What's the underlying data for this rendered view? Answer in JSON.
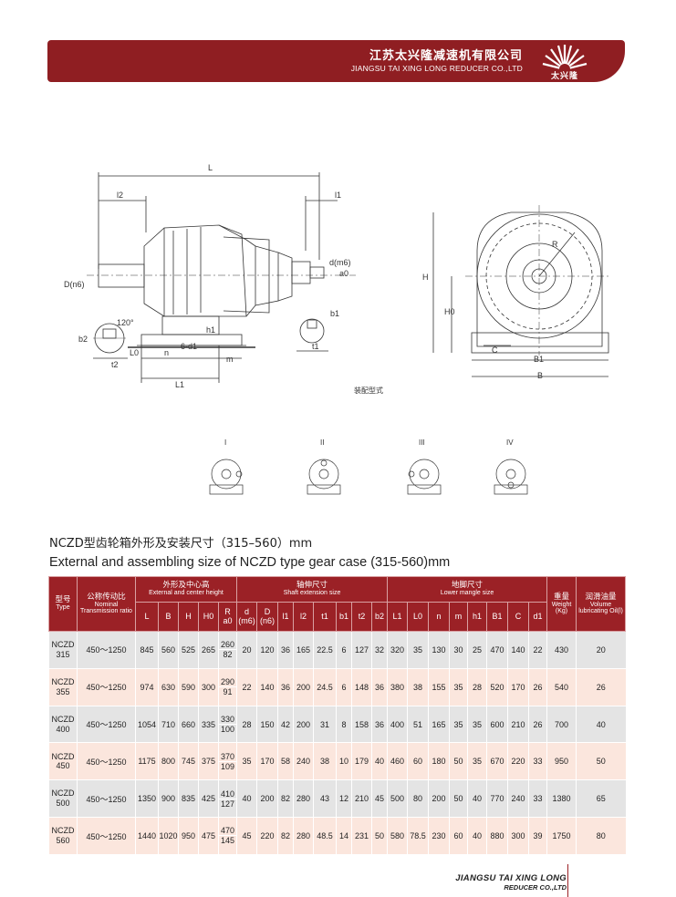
{
  "header": {
    "company_cn": "江苏太兴隆减速机有限公司",
    "company_en": "JIANGSU TAI XING LONG REDUCER CO.,LTD",
    "logo_text": "太兴隆"
  },
  "drawing": {
    "labels": {
      "L": "L",
      "l2": "l2",
      "l1": "l1",
      "d": "d(m6)",
      "a": "a0",
      "D": "D(n6)",
      "H": "H",
      "H0": "H0",
      "R": "R",
      "C": "C",
      "B1": "B1",
      "B": "B",
      "b1": "b1",
      "b2": "b2",
      "t1": "t1",
      "t2": "t2",
      "angle": "120°",
      "L0": "L0",
      "n": "n",
      "m": "m",
      "d1": "6-d1",
      "h1": "h1",
      "L1": "L1"
    },
    "assembly_caption": "装配型式",
    "assembly_types": [
      "I",
      "II",
      "III",
      "IV"
    ]
  },
  "titles": {
    "cn": "NCZD型齿轮箱外形及安装尺寸（315–560）mm",
    "en": "External and assembling size of NCZD type gear case (315-560)mm"
  },
  "table": {
    "groups": {
      "type": {
        "cn": "型号",
        "en": "Type"
      },
      "ratio": {
        "cn": "公称传动比",
        "en": "Nominal Transmission ratio"
      },
      "external": {
        "cn": "外形及中心高",
        "en": "External and center height"
      },
      "shaft": {
        "cn": "轴伸尺寸",
        "en": "Shaft extension size"
      },
      "mangle": {
        "cn": "地脚尺寸",
        "en": "Lower mangle size"
      },
      "weight": {
        "cn": "重量",
        "en": "Weight (Kg)"
      },
      "oil": {
        "cn": "润滑油量",
        "en": "Volume lubricating Oil(l)"
      }
    },
    "sub_headers": {
      "external": [
        "L",
        "B",
        "H",
        "H0",
        "R",
        "a0"
      ],
      "shaft": [
        "d (m6)",
        "D (n6)",
        "l1",
        "l2",
        "t1",
        "b1",
        "t2",
        "b2"
      ],
      "mangle": [
        "L1",
        "L0",
        "n",
        "m",
        "h1",
        "B1",
        "C",
        "d1"
      ]
    },
    "rows": [
      {
        "type": "NCZD 315",
        "ratio": "450～1250",
        "L": "845",
        "B": "560",
        "H": "525",
        "H0": "265",
        "R": "260",
        "a0": "82",
        "d": "20",
        "D": "120",
        "l1": "36",
        "l2": "165",
        "t1": "22.5",
        "b1": "6",
        "t2": "127",
        "b2": "32",
        "L1": "320",
        "L0": "35",
        "n": "130",
        "m": "30",
        "h1": "25",
        "B1": "470",
        "C": "140",
        "d1": "22",
        "weight": "430",
        "oil": "20"
      },
      {
        "type": "NCZD 355",
        "ratio": "450～1250",
        "L": "974",
        "B": "630",
        "H": "590",
        "H0": "300",
        "R": "290",
        "a0": "91",
        "d": "22",
        "D": "140",
        "l1": "36",
        "l2": "200",
        "t1": "24.5",
        "b1": "6",
        "t2": "148",
        "b2": "36",
        "L1": "380",
        "L0": "38",
        "n": "155",
        "m": "35",
        "h1": "28",
        "B1": "520",
        "C": "170",
        "d1": "26",
        "weight": "540",
        "oil": "26"
      },
      {
        "type": "NCZD 400",
        "ratio": "450～1250",
        "L": "1054",
        "B": "710",
        "H": "660",
        "H0": "335",
        "R": "330",
        "a0": "100",
        "d": "28",
        "D": "150",
        "l1": "42",
        "l2": "200",
        "t1": "31",
        "b1": "8",
        "t2": "158",
        "b2": "36",
        "L1": "400",
        "L0": "51",
        "n": "165",
        "m": "35",
        "h1": "35",
        "B1": "600",
        "C": "210",
        "d1": "26",
        "weight": "700",
        "oil": "40"
      },
      {
        "type": "NCZD 450",
        "ratio": "450～1250",
        "L": "1175",
        "B": "800",
        "H": "745",
        "H0": "375",
        "R": "370",
        "a0": "109",
        "d": "35",
        "D": "170",
        "l1": "58",
        "l2": "240",
        "t1": "38",
        "b1": "10",
        "t2": "179",
        "b2": "40",
        "L1": "460",
        "L0": "60",
        "n": "180",
        "m": "50",
        "h1": "35",
        "B1": "670",
        "C": "220",
        "d1": "33",
        "weight": "950",
        "oil": "50"
      },
      {
        "type": "NCZD 500",
        "ratio": "450～1250",
        "L": "1350",
        "B": "900",
        "H": "835",
        "H0": "425",
        "R": "410",
        "a0": "127",
        "d": "40",
        "D": "200",
        "l1": "82",
        "l2": "280",
        "t1": "43",
        "b1": "12",
        "t2": "210",
        "b2": "45",
        "L1": "500",
        "L0": "80",
        "n": "200",
        "m": "50",
        "h1": "40",
        "B1": "770",
        "C": "240",
        "d1": "33",
        "weight": "1380",
        "oil": "65"
      },
      {
        "type": "NCZD 560",
        "ratio": "450～1250",
        "L": "1440",
        "B": "1020",
        "H": "950",
        "H0": "475",
        "R": "470",
        "a0": "145",
        "d": "45",
        "D": "220",
        "l1": "82",
        "l2": "280",
        "t1": "48.5",
        "b1": "14",
        "t2": "231",
        "b2": "50",
        "L1": "580",
        "L0": "78.5",
        "n": "230",
        "m": "60",
        "h1": "40",
        "B1": "880",
        "C": "300",
        "d1": "39",
        "weight": "1750",
        "oil": "80"
      }
    ]
  },
  "footer": {
    "line1": "JIANGSU TAI XING LONG",
    "line2": "REDUCER CO.,LTD"
  },
  "colors": {
    "brand_red": "#8f1e22",
    "row_gray": "#e4e4e4",
    "row_pink": "#fbe6dd"
  }
}
